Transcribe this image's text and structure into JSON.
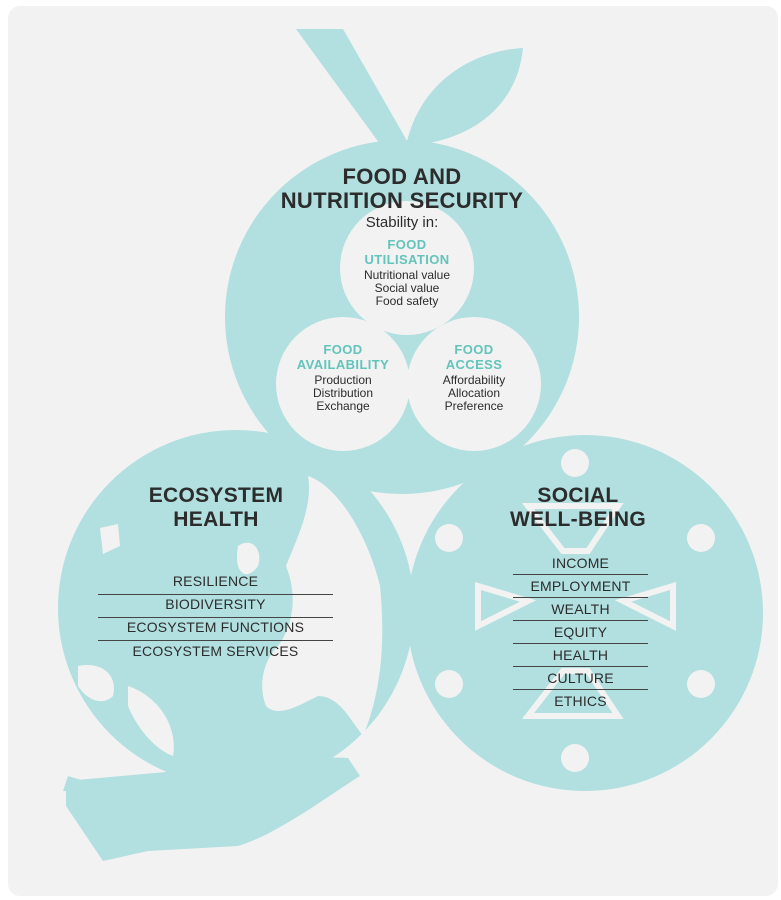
{
  "food": {
    "title_line1": "FOOD AND",
    "title_line2": "NUTRITION SECURITY",
    "stability": "Stability in:",
    "utilisation": {
      "head1": "FOOD",
      "head2": "UTILISATION",
      "items": [
        "Nutritional value",
        "Social value",
        "Food safety"
      ]
    },
    "availability": {
      "head1": "FOOD",
      "head2": "AVAILABILITY",
      "items": [
        "Production",
        "Distribution",
        "Exchange"
      ]
    },
    "access": {
      "head1": "FOOD",
      "head2": "ACCESS",
      "items": [
        "Affordability",
        "Allocation",
        "Preference"
      ]
    }
  },
  "ecosystem": {
    "title_line1": "ECOSYSTEM",
    "title_line2": "HEALTH",
    "items": [
      "RESILIENCE",
      "BIODIVERSITY",
      "ECOSYSTEM FUNCTIONS",
      "ECOSYSTEM SERVICES"
    ]
  },
  "social": {
    "title_line1": "SOCIAL",
    "title_line2": "WELL-BEING",
    "items": [
      "INCOME",
      "EMPLOYMENT",
      "WEALTH",
      "EQUITY",
      "HEALTH",
      "CULTURE",
      "ETHICS"
    ]
  },
  "colors": {
    "circle": "#b2dfe0",
    "accent": "#62c4ba",
    "inner": "#f2f2f2",
    "background": "#f2f2f2",
    "text": "#2c2c2c"
  }
}
